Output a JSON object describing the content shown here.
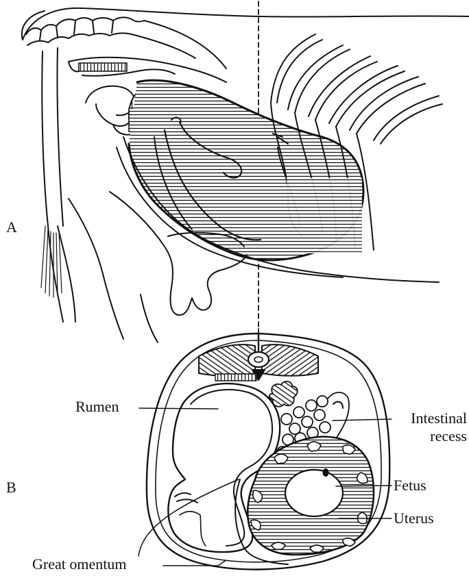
{
  "figure": {
    "panel_a_label": "A",
    "panel_b_label": "B"
  },
  "labels": {
    "rumen": "Rumen",
    "intestinal_recess_line1": "Intestinal",
    "intestinal_recess_line2": "recess",
    "fetus": "Fetus",
    "uterus": "Uterus",
    "great_omentum": "Great omentum"
  },
  "colors": {
    "ink": "#111111",
    "paper": "#ffffff"
  }
}
